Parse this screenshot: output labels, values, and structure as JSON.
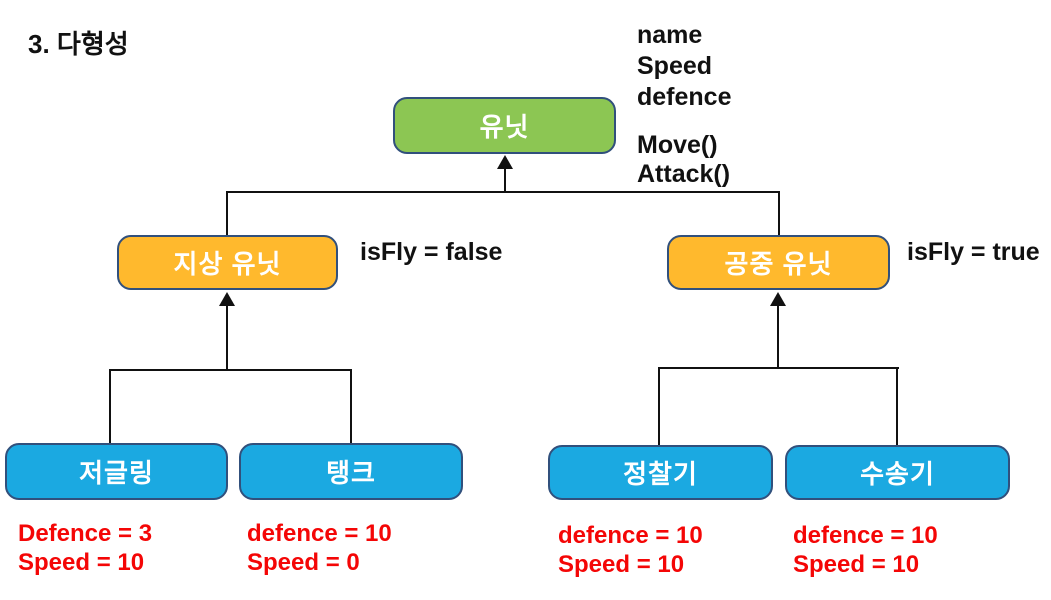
{
  "title": "3. 다형성",
  "colors": {
    "root_fill": "#8CC653",
    "mid_fill": "#FFB92D",
    "leaf_fill": "#1BA9E1",
    "box_border": "#31507C",
    "line": "#111111",
    "stat_text": "#F40606",
    "box_text": "#FFFFFF"
  },
  "root": {
    "label": "유닛",
    "fields": [
      "name",
      "Speed",
      "defence"
    ],
    "methods": [
      "Move()",
      "Attack()"
    ]
  },
  "mid": [
    {
      "label": "지상 유닛",
      "annotation": "isFly = false"
    },
    {
      "label": "공중 유닛",
      "annotation": "isFly = true"
    }
  ],
  "leaves": [
    {
      "label": "저글링",
      "stat1": "Defence = 3",
      "stat2": "Speed = 10"
    },
    {
      "label": "탱크",
      "stat1": "defence = 10",
      "stat2": "Speed = 0"
    },
    {
      "label": "정찰기",
      "stat1": "defence = 10",
      "stat2": "Speed = 10"
    },
    {
      "label": "수송기",
      "stat1": "defence = 10",
      "stat2": "Speed = 10"
    }
  ]
}
